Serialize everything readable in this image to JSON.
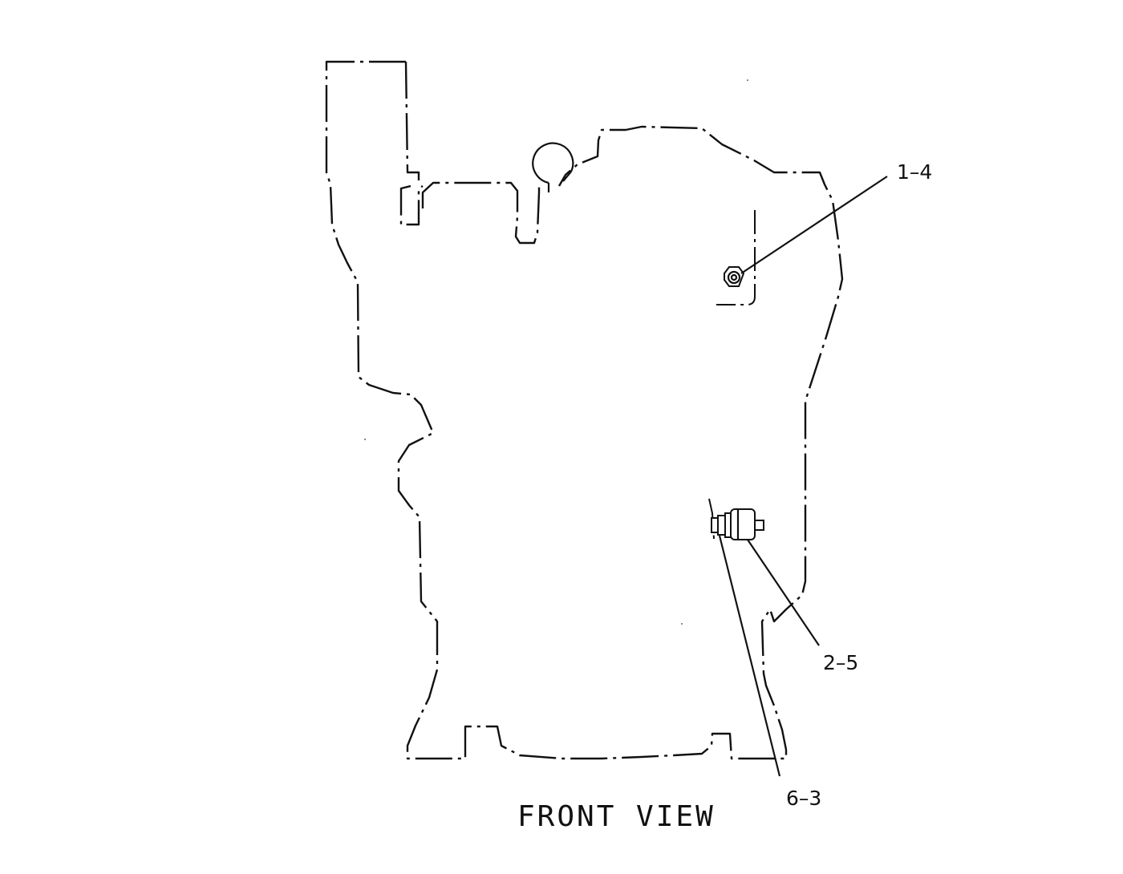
{
  "drawing": {
    "view_title": "FRONT VIEW",
    "callouts": [
      {
        "id": "callout-1-4",
        "label": "1–4"
      },
      {
        "id": "callout-2-5",
        "label": "2–5"
      },
      {
        "id": "callout-6-3",
        "label": "6–3"
      }
    ]
  }
}
